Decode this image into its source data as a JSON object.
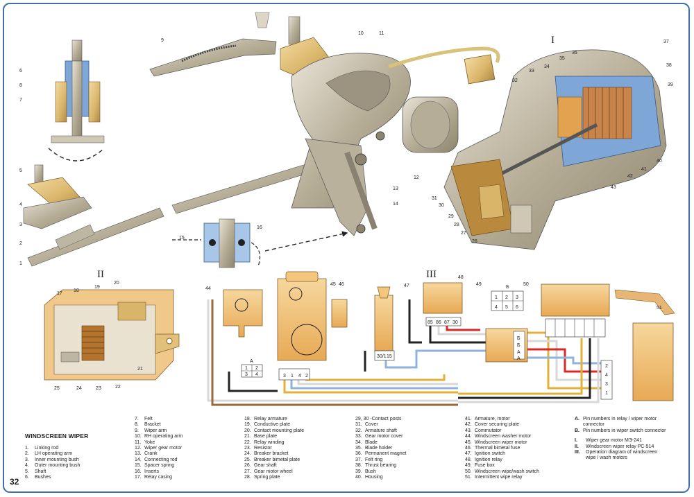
{
  "page_number": "32",
  "title": "WINDSCREEN WIPER",
  "views": {
    "I": "I",
    "II": "II",
    "III": "III"
  },
  "legend_col1": [
    {
      "k": "1.",
      "t": "Linking rod"
    },
    {
      "k": "2.",
      "t": "LH operating arm"
    },
    {
      "k": "3.",
      "t": "Inner mounting bush"
    },
    {
      "k": "4.",
      "t": "Outer mounting bush"
    },
    {
      "k": "5.",
      "t": "Shaft"
    },
    {
      "k": "6.",
      "t": "Bushes"
    }
  ],
  "legend_col2": [
    {
      "k": "7.",
      "t": "Felt"
    },
    {
      "k": "8.",
      "t": "Bracket"
    },
    {
      "k": "9.",
      "t": "Wiper arm"
    },
    {
      "k": "10.",
      "t": "RH operating arm"
    },
    {
      "k": "11.",
      "t": "Yoke"
    },
    {
      "k": "12.",
      "t": "Wiper gear motor"
    },
    {
      "k": "13.",
      "t": "Crank"
    },
    {
      "k": "14.",
      "t": "Connecting rod"
    },
    {
      "k": "15.",
      "t": "Spacer spring"
    },
    {
      "k": "16.",
      "t": "Inserts"
    },
    {
      "k": "17.",
      "t": "Relay casing"
    }
  ],
  "legend_col3": [
    {
      "k": "18.",
      "t": "Relay armature"
    },
    {
      "k": "19.",
      "t": "Conductive plate"
    },
    {
      "k": "20.",
      "t": "Contact mounting plate"
    },
    {
      "k": "21.",
      "t": "Base plate"
    },
    {
      "k": "22.",
      "t": "Relay winding"
    },
    {
      "k": "23.",
      "t": "Resistor"
    },
    {
      "k": "24.",
      "t": "Breaker bracket"
    },
    {
      "k": "25.",
      "t": "Breaker bimetal plate"
    },
    {
      "k": "26.",
      "t": "Gear shaft"
    },
    {
      "k": "27.",
      "t": "Gear motor wheel"
    },
    {
      "k": "28.",
      "t": "Spring plate"
    }
  ],
  "legend_col4": [
    {
      "k": "29, 30 -",
      "t": "Contact posts"
    },
    {
      "k": "31.",
      "t": "Cover"
    },
    {
      "k": "32.",
      "t": "Armature shaft"
    },
    {
      "k": "33.",
      "t": "Gear motor cover"
    },
    {
      "k": "34.",
      "t": "Blade"
    },
    {
      "k": "35.",
      "t": "Blade holder"
    },
    {
      "k": "36.",
      "t": "Permanent magnet"
    },
    {
      "k": "37.",
      "t": "Felt ring"
    },
    {
      "k": "38.",
      "t": "Thrust bearing"
    },
    {
      "k": "39.",
      "t": "Bush"
    },
    {
      "k": "40.",
      "t": "Housing"
    }
  ],
  "legend_col5": [
    {
      "k": "41.",
      "t": "Armature, motor"
    },
    {
      "k": "42.",
      "t": "Cover securing plate"
    },
    {
      "k": "43.",
      "t": "Commutator"
    },
    {
      "k": "44.",
      "t": "Windscreen washer motor"
    },
    {
      "k": "45.",
      "t": "Windscreen wiper motor"
    },
    {
      "k": "46.",
      "t": "Thermal bimetal fuse"
    },
    {
      "k": "47.",
      "t": "Ignition switch"
    },
    {
      "k": "48.",
      "t": "Ignition relay"
    },
    {
      "k": "49.",
      "t": "Fuse box"
    },
    {
      "k": "50.",
      "t": "Windscreen wipe/wash switch"
    },
    {
      "k": "51.",
      "t": "Intermittent wipe relay"
    }
  ],
  "notes_letters": [
    {
      "k": "A.",
      "t": "Pin numbers in relay / wiper motor"
    },
    {
      "k": "",
      "t": "connector"
    },
    {
      "k": "B.",
      "t": "Pin numbers in wiper switch connector"
    }
  ],
  "notes_roman": [
    {
      "k": "I.",
      "t": "Wiper gear motor  МЭ-241"
    },
    {
      "k": "II.",
      "t": "Windscreen wiper relay  РС-514"
    },
    {
      "k": "III.",
      "t": "Operation diagram of windscreen"
    },
    {
      "k": "",
      "t": "wipe / wash motors"
    }
  ],
  "callouts": [
    "1",
    "2",
    "3",
    "4",
    "5",
    "6",
    "7",
    "8",
    "9",
    "10",
    "11",
    "12",
    "13",
    "14",
    "15",
    "16",
    "17",
    "18",
    "19",
    "20",
    "21",
    "22",
    "23",
    "24",
    "25",
    "26",
    "27",
    "28",
    "29",
    "30",
    "31",
    "32",
    "33",
    "34",
    "35",
    "36",
    "37",
    "38",
    "39",
    "40",
    "41",
    "42",
    "43",
    "44",
    "45",
    "46",
    "47",
    "48",
    "49",
    "50",
    "51"
  ],
  "pin_labels": {
    "a": "A",
    "b": "Б",
    "p1": "1",
    "p2": "2",
    "p3": "3",
    "p4": "4",
    "p5": "5",
    "p6": "6",
    "r85": "85",
    "r86": "86",
    "r87": "87",
    "r30": "30",
    "sw30": "30/1",
    "sw15": "15",
    "m3": "3",
    "m1": "1",
    "m4": "4",
    "m2": "2"
  },
  "colors": {
    "frame": "#3f6fb0",
    "metal": "#c9c1ae",
    "brass": "#e3c07a",
    "relay_orange": "#f1b765",
    "wire_yellow": "#e0b23a",
    "wire_red": "#d42a2a",
    "wire_blue": "#8fb3d9",
    "wire_black": "#222222",
    "wire_white": "#d8d8d8",
    "wire_brown": "#9a6a3a"
  }
}
